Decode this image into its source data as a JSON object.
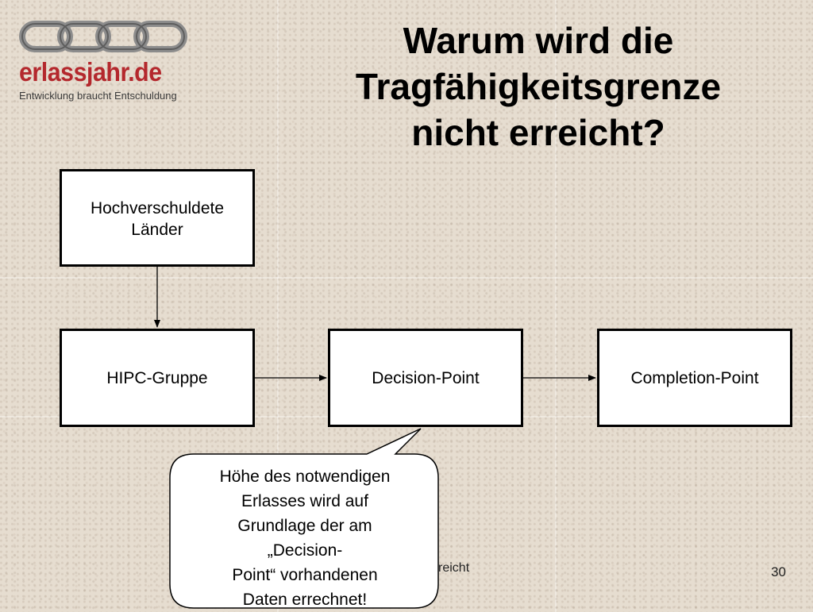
{
  "logo": {
    "brand": "erlassjahr.de",
    "tagline": "Entwicklung braucht Entschuldung"
  },
  "slide": {
    "title_lines": [
      "Warum wird die",
      "Tragfähigkeitsgrenze",
      "nicht erreicht?"
    ],
    "footer_text": "nt erreicht",
    "page_number": "30"
  },
  "diagram": {
    "boxes": {
      "hoch_line1": "Hochverschuldete",
      "hoch_line2": "Länder",
      "hipc": "HIPC-Gruppe",
      "decision": "Decision-Point",
      "completion": "Completion-Point"
    },
    "callout_lines": [
      "Höhe des notwendigen",
      "Erlasses wird auf",
      "Grundlage der am",
      "„Decision-",
      "Point“ vorhandenen",
      "Daten errechnet!"
    ]
  },
  "colors": {
    "brand_red": "#b4282d",
    "chain_gray": "#8a8a8a",
    "background": "#e6ddd0"
  }
}
